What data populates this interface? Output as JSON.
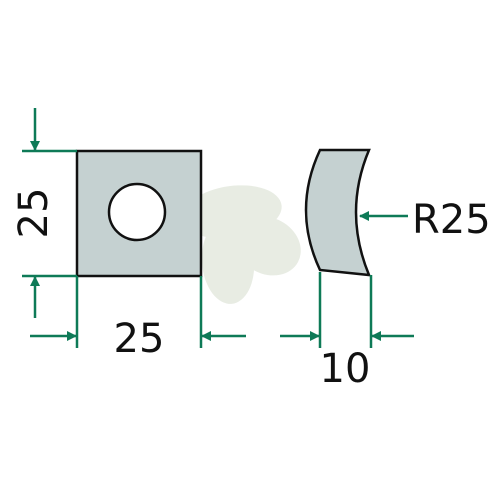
{
  "drawing": {
    "square_plate": {
      "height_dimension": "25",
      "width_dimension": "25"
    },
    "curved_piece": {
      "radius_dimension": "R25",
      "thickness_dimension": "10"
    }
  },
  "colors": {
    "dimension_lines": "#0e7a57",
    "part_fill": "#c5d1d1",
    "part_outline": "#111111",
    "watermark_leaves": "#e4e9df"
  },
  "icons": {
    "watermark": "leaf-watermark-icon"
  }
}
